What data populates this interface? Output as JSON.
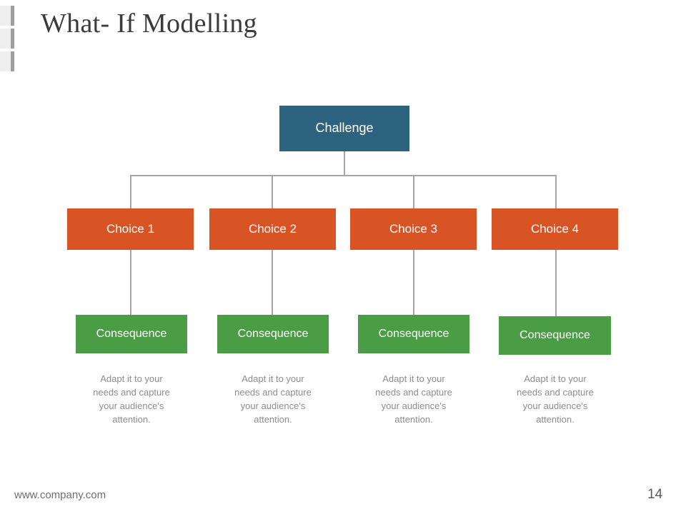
{
  "slide": {
    "title": "What- If Modelling",
    "page_number": "14",
    "footer_url": "www.company.com",
    "background_color": "#ffffff"
  },
  "colors": {
    "challenge": "#2e6380",
    "choice": "#d95425",
    "consequence": "#4a9d44",
    "connector": "#a6a6a6",
    "title_text": "#3b3b3b",
    "caption_text": "#8d8d8d",
    "node_text": "#ffffff",
    "deco_block": "#efefef",
    "deco_bar": "#9f9f9f"
  },
  "diagram": {
    "root": {
      "label": "Challenge"
    },
    "branches": [
      {
        "choice_label": "Choice 1",
        "consequence_label": "Consequence",
        "caption": "Adapt it to your\nneeds and  capture\nyour audience's\nattention."
      },
      {
        "choice_label": "Choice 2",
        "consequence_label": "Consequence",
        "caption": "Adapt it to your\nneeds and  capture\nyour audience's\nattention."
      },
      {
        "choice_label": "Choice 3",
        "consequence_label": "Consequence",
        "caption": "Adapt it to your\nneeds and  capture\nyour audience's\nattention."
      },
      {
        "choice_label": "Choice 4",
        "consequence_label": "Consequence",
        "caption": "Adapt it to your\nneeds and  capture\nyour audience's\nattention."
      }
    ]
  }
}
